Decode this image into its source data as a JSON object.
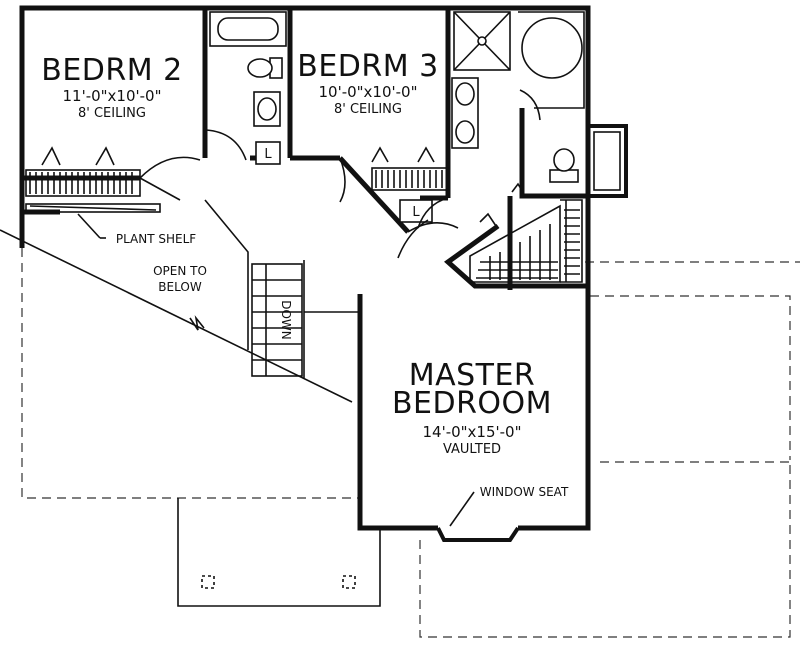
{
  "plan": {
    "rooms": {
      "bedroom2": {
        "name": "BEDRM 2",
        "size": "11'-0\"x10'-0\"",
        "note": "8' CEILING"
      },
      "bedroom3": {
        "name": "BEDRM 3",
        "size": "10'-0\"x10'-0\"",
        "note": "8' CEILING"
      },
      "master": {
        "name_line1": "MASTER",
        "name_line2": "BEDROOM",
        "size": "14'-0\"x15'-0\"",
        "note": "VAULTED"
      }
    },
    "labels": {
      "plant_shelf": "PLANT SHELF",
      "open_line1": "OPEN TO",
      "open_line2": "BELOW",
      "stair": "DOWN",
      "window_seat": "WINDOW SEAT",
      "linen": "L"
    }
  }
}
